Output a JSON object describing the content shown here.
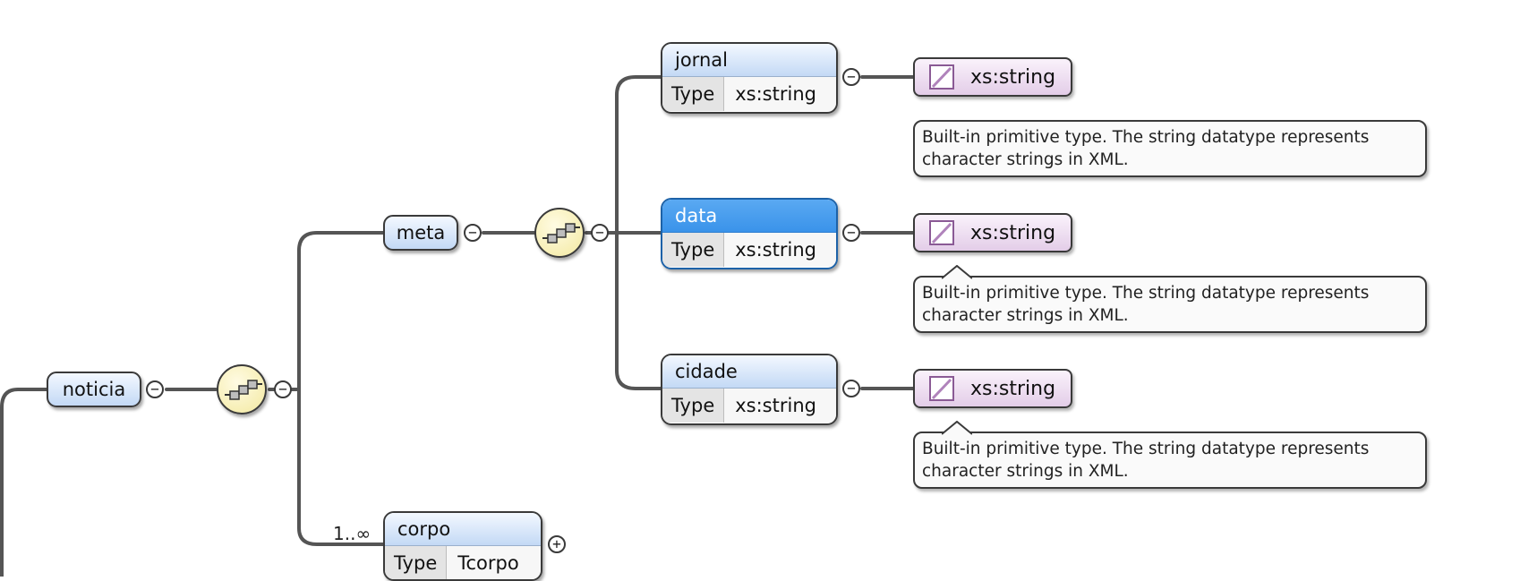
{
  "root": {
    "name": "noticia"
  },
  "meta": {
    "name": "meta"
  },
  "corpo": {
    "name": "corpo",
    "type_label": "Type",
    "type_value": "Tcorpo",
    "cardinality": "1..∞"
  },
  "children": [
    {
      "name": "jornal",
      "type_label": "Type",
      "type_value": "xs:string",
      "type_box": "xs:string",
      "annotation_line1": "Built-in primitive type. The string datatype represents",
      "annotation_line2": "character strings in XML."
    },
    {
      "name": "data",
      "type_label": "Type",
      "type_value": "xs:string",
      "type_box": "xs:string",
      "annotation_line1": "Built-in primitive type. The string datatype represents",
      "annotation_line2": "character strings in XML."
    },
    {
      "name": "cidade",
      "type_label": "Type",
      "type_value": "xs:string",
      "type_box": "xs:string",
      "annotation_line1": "Built-in primitive type. The string datatype represents",
      "annotation_line2": "character strings in XML."
    }
  ],
  "toggles": {
    "collapse": "−",
    "expand": "+"
  },
  "colors": {
    "selected": "#3a93ea",
    "element": "#c3d9f5",
    "sequence": "#f3e9a0",
    "type": "#e3cde8"
  },
  "icons": {
    "sequence": "sequence-compositor-icon",
    "simple_type": "simple-type-icon"
  }
}
